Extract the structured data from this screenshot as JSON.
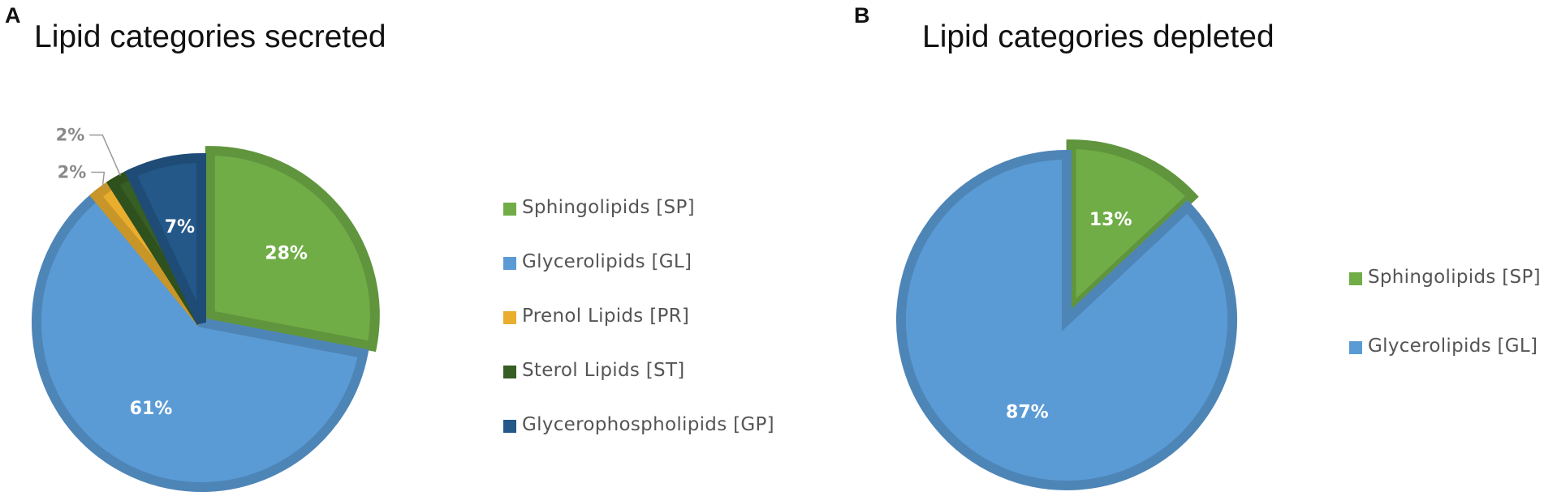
{
  "panels": [
    {
      "letter": "A",
      "title": "Lipid categories secreted"
    },
    {
      "letter": "B",
      "title": "Lipid categories depleted"
    }
  ],
  "chart_data": [
    {
      "type": "pie",
      "title": "Lipid categories secreted",
      "labels": [
        "Sphingolipids [SP]",
        "Glycerolipids [GL]",
        "Prenol Lipids [PR]",
        "Sterol Lipids [ST]",
        "Glycerophospholipids [GP]"
      ],
      "values": [
        28,
        61,
        2,
        2,
        7
      ],
      "value_labels": [
        "28%",
        "61%",
        "2%",
        "2%",
        "7%"
      ],
      "colors": [
        "#70AD47",
        "#5B9BD5",
        "#E9AE2E",
        "#375E23",
        "#245889"
      ],
      "explode": [
        "Sphingolipids [SP]"
      ],
      "legend_position": "right"
    },
    {
      "type": "pie",
      "title": "Lipid categories depleted",
      "labels": [
        "Sphingolipids [SP]",
        "Glycerolipids [GL]"
      ],
      "values": [
        13,
        87
      ],
      "value_labels": [
        "13%",
        "87%"
      ],
      "colors": [
        "#70AD47",
        "#5B9BD5"
      ],
      "explode": [
        "Sphingolipids [SP]"
      ],
      "legend_position": "right"
    }
  ]
}
